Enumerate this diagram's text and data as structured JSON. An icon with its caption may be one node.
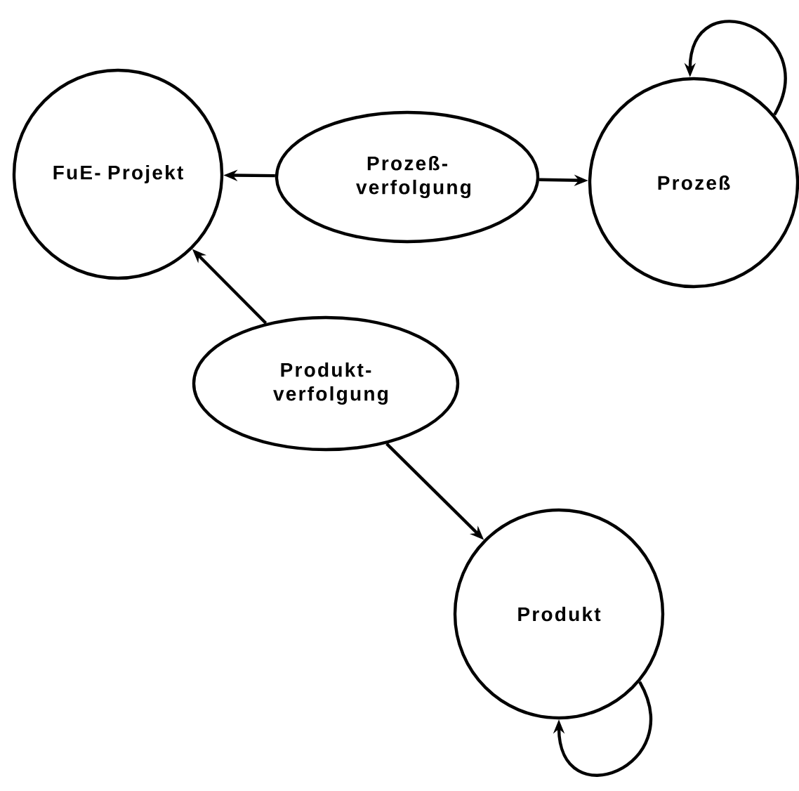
{
  "diagram": {
    "nodes": [
      {
        "text": [
          "FuE- Projekt"
        ]
      },
      {
        "text": [
          "Prozeß- verfolgung"
        ]
      },
      {
        "text": [
          "Prozeß"
        ]
      },
      {
        "text": [
          "Produkt- verfolgung"
        ]
      },
      {
        "text": [
          "Produkt"
        ]
      }
    ],
    "edges": [
      {
        "from": 1,
        "to": 0,
        "arrow": "to"
      },
      {
        "from": 1,
        "to": 2,
        "arrow": "to"
      },
      {
        "from": 2,
        "to": 2,
        "arrow": "to"
      },
      {
        "from": 3,
        "to": 0,
        "arrow": "to"
      },
      {
        "from": 3,
        "to": 4,
        "arrow": "to"
      },
      {
        "from": 4,
        "to": 4,
        "arrow": "to"
      }
    ]
  }
}
